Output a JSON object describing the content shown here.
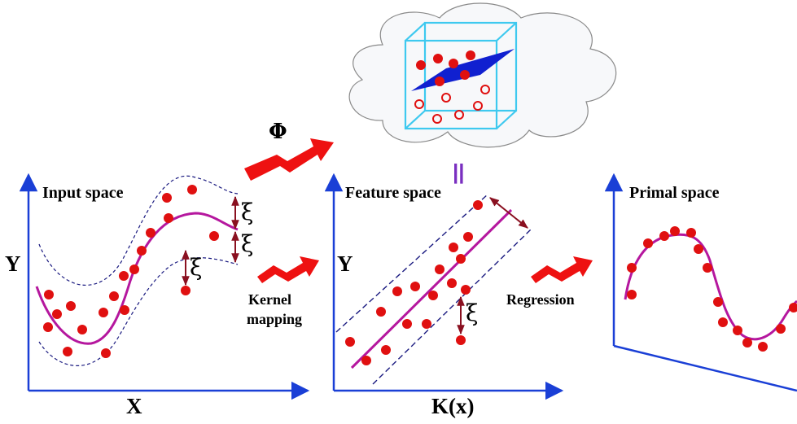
{
  "input_panel": {
    "title": "Input space",
    "y_label": "Y",
    "x_label": "X",
    "slack_symbol": "ξ"
  },
  "feature_panel": {
    "title": "Feature space",
    "y_label": "Y",
    "x_label": "K(x)",
    "slack_symbol": "ξ"
  },
  "primal_panel": {
    "title": "Primal space"
  },
  "transform": {
    "symbol": "Φ",
    "equals_symbol": "||"
  },
  "steps": {
    "kernel_mapping": [
      "Kernel",
      "mapping"
    ],
    "regression": "Regression"
  },
  "colors": {
    "axis": "#1a3fd6",
    "point": "#e01010",
    "curve": "#b5179e",
    "box": "#3ec9ef",
    "plane": "#1020d0",
    "arrow": "#ee1111",
    "equals": "#7a2fc0",
    "slack": "#8a1020",
    "tube": "#1a1a80"
  }
}
